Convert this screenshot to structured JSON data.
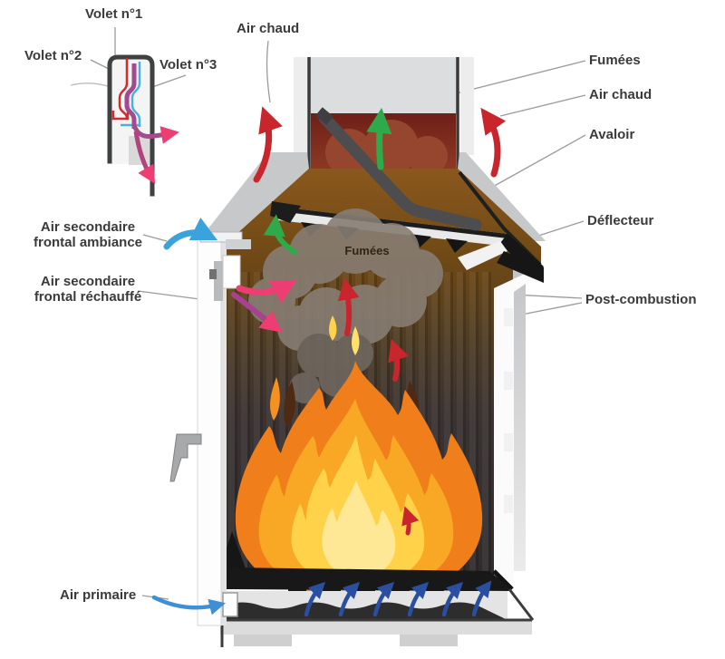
{
  "inset": {
    "labels": {
      "volet1": "Volet n°1",
      "volet2": "Volet n°2",
      "volet3": "Volet n°3"
    }
  },
  "labels": {
    "air_chaud_top": "Air chaud",
    "fumees": "Fumées",
    "air_chaud_right": "Air chaud",
    "avaloir": "Avaloir",
    "deflecteur": "Déflecteur",
    "post_combustion": "Post-combustion",
    "air_secondaire_ambiance_l1": "Air secondaire",
    "air_secondaire_ambiance_l2": "frontal ambiance",
    "air_secondaire_rechauffe_l1": "Air secondaire",
    "air_secondaire_rechauffe_l2": "frontal réchauffé",
    "air_primaire": "Air primaire",
    "fumees_inner": "Fumées"
  },
  "colors": {
    "hot_air_red": "#c9252c",
    "smoke_green": "#2faa4a",
    "secondary_air_blue": "#3ba3dc",
    "primary_air_blue": "#3f8fd6",
    "grate_air_blue": "#2b4fa0",
    "preheated_air_pink": "#ee3d72",
    "preheated_air_purple": "#9c3f97",
    "flame_orange": "#f07f1b",
    "flame_yellow": "#ffd24a",
    "avaloir_brown": "#8a581d",
    "flue_smoke_red": "#7c241b",
    "body_gray": "#c7c8ca"
  }
}
